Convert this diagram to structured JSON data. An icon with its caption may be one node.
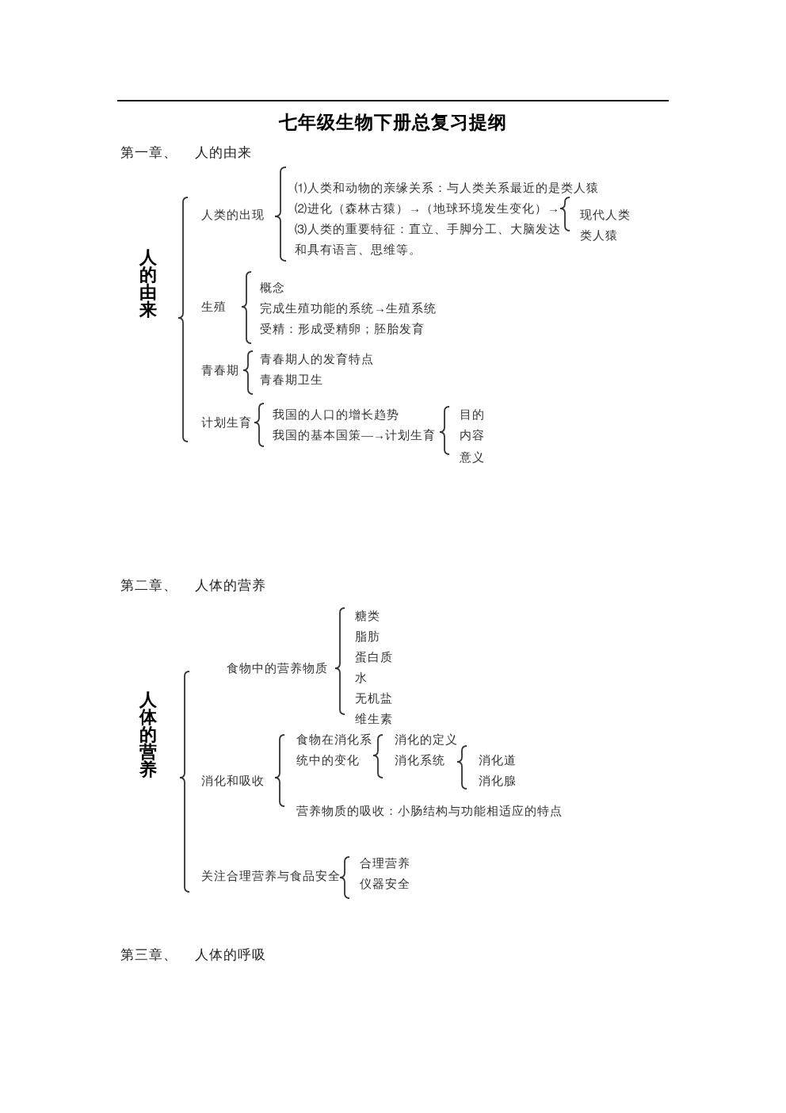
{
  "diagram": {
    "title": "七年级生物下册总复习提纲",
    "labels": [
      "第一章、 人的由来",
      "人的由来",
      "人类的出现",
      "⑴人类和动物的亲缘关系：与人类关系最近的是类人猿",
      "⑵进化（森林古猿）→（地球环境发生变化）→",
      "现代人类",
      "类人猿",
      "⑶人类的重要特征：直立、手脚分工、大脑发达和具有语言、思维等。",
      "生殖",
      "概念",
      "完成生殖功能的系统→生殖系统",
      "受精：形成受精卵；胚胎发育",
      "青春期",
      "青春期人的发育特点",
      "青春期卫生",
      "计划生育",
      "我国的人口的增长趋势",
      "我国的基本国策—→计划生育",
      "目的",
      "内容",
      "意义",
      "第二章、 人体的营养",
      "人体的营养",
      "食物中的营养物质",
      "糖类",
      "脂肪",
      "蛋白质",
      "水",
      "无机盐",
      "维生素",
      "消化和吸收",
      "食物在消化系统中的变化",
      "消化的定义",
      "消化系统",
      "消化道",
      "消化腺",
      "营养物质的吸收：小肠结构与功能相适应的特点",
      "关注合理营养与食品安全",
      "合理营养",
      "仪器安全",
      "第三章、 人体的呼吸"
    ]
  }
}
